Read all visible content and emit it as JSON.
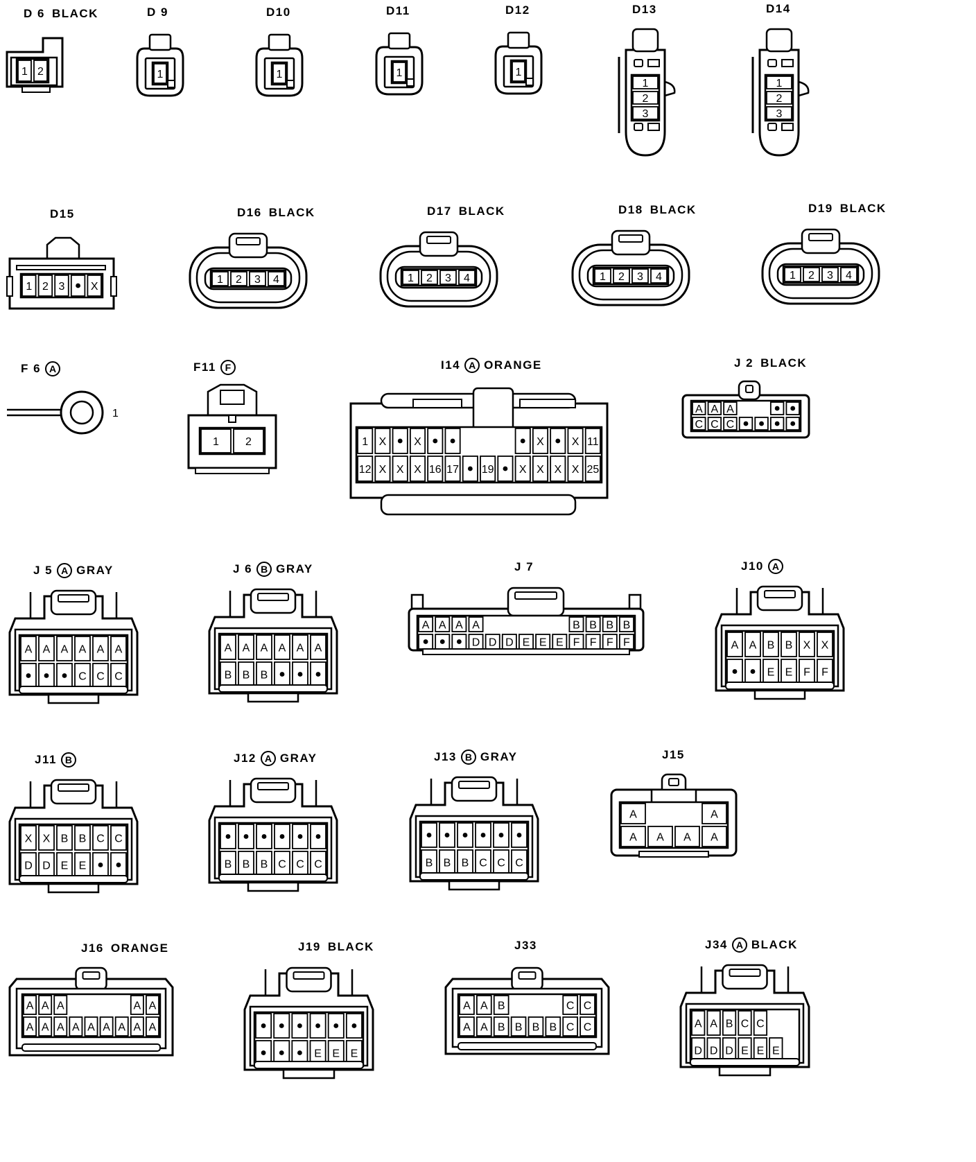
{
  "connectors": [
    {
      "id": "D6",
      "name": "D 6",
      "color": "BLACK",
      "cav": "",
      "rows": [
        [
          "1",
          "2"
        ]
      ]
    },
    {
      "id": "D9",
      "name": "D 9",
      "color": "",
      "cav": "",
      "rows": [
        [
          "1"
        ]
      ]
    },
    {
      "id": "D10",
      "name": "D10",
      "color": "",
      "cav": "",
      "rows": [
        [
          "1"
        ]
      ]
    },
    {
      "id": "D11",
      "name": "D11",
      "color": "",
      "cav": "",
      "rows": [
        [
          "1"
        ]
      ]
    },
    {
      "id": "D12",
      "name": "D12",
      "color": "",
      "cav": "",
      "rows": [
        [
          "1"
        ]
      ]
    },
    {
      "id": "D13",
      "name": "D13",
      "color": "",
      "cav": "",
      "rows": [
        [
          "1"
        ],
        [
          "2"
        ],
        [
          "3"
        ]
      ]
    },
    {
      "id": "D14",
      "name": "D14",
      "color": "",
      "cav": "",
      "rows": [
        [
          "1"
        ],
        [
          "2"
        ],
        [
          "3"
        ]
      ]
    },
    {
      "id": "D15",
      "name": "D15",
      "color": "",
      "cav": "",
      "rows": [
        [
          "1",
          "2",
          "3",
          "•",
          "X"
        ]
      ]
    },
    {
      "id": "D16",
      "name": "D16",
      "color": "BLACK",
      "cav": "",
      "rows": [
        [
          "1",
          "2",
          "3",
          "4"
        ]
      ]
    },
    {
      "id": "D17",
      "name": "D17",
      "color": "BLACK",
      "cav": "",
      "rows": [
        [
          "1",
          "2",
          "3",
          "4"
        ]
      ]
    },
    {
      "id": "D18",
      "name": "D18",
      "color": "BLACK",
      "cav": "",
      "rows": [
        [
          "1",
          "2",
          "3",
          "4"
        ]
      ]
    },
    {
      "id": "D19",
      "name": "D19",
      "color": "BLACK",
      "cav": "",
      "rows": [
        [
          "1",
          "2",
          "3",
          "4"
        ]
      ]
    },
    {
      "id": "F6",
      "name": "F 6",
      "color": "",
      "cav": "A",
      "rows": [
        [
          "1"
        ]
      ]
    },
    {
      "id": "F11",
      "name": "F11",
      "color": "",
      "cav": "F",
      "rows": [
        [
          "1",
          "2"
        ]
      ]
    },
    {
      "id": "I14",
      "name": "I14",
      "color": "ORANGE",
      "cav": "A",
      "rows": [
        [
          "1",
          "X",
          "•",
          "X",
          "•",
          "•",
          "",
          "",
          "",
          "•",
          "X",
          "•",
          "X",
          "11"
        ],
        [
          "12",
          "X",
          "X",
          "X",
          "16",
          "17",
          "•",
          "19",
          "•",
          "X",
          "X",
          "X",
          "X",
          "25"
        ]
      ]
    },
    {
      "id": "J2",
      "name": "J 2",
      "color": "BLACK",
      "cav": "",
      "rows": [
        [
          "A",
          "A",
          "A",
          "",
          "",
          "•",
          "•"
        ],
        [
          "C",
          "C",
          "C",
          "•",
          "•",
          "•",
          "•"
        ]
      ]
    },
    {
      "id": "J5",
      "name": "J 5",
      "color": "GRAY",
      "cav": "A",
      "rows": [
        [
          "A",
          "A",
          "A",
          "A",
          "A",
          "A"
        ],
        [
          "•",
          "•",
          "•",
          "C",
          "C",
          "C"
        ]
      ]
    },
    {
      "id": "J6",
      "name": "J 6",
      "color": "GRAY",
      "cav": "B",
      "rows": [
        [
          "A",
          "A",
          "A",
          "A",
          "A",
          "A"
        ],
        [
          "B",
          "B",
          "B",
          "•",
          "•",
          "•"
        ]
      ]
    },
    {
      "id": "J7",
      "name": "J 7",
      "color": "",
      "cav": "",
      "rows": [
        [
          "A",
          "A",
          "A",
          "A",
          "",
          "",
          "",
          "",
          "",
          "B",
          "B",
          "B",
          "B"
        ],
        [
          "•",
          "•",
          "•",
          "D",
          "D",
          "D",
          "E",
          "E",
          "E",
          "F",
          "F",
          "F",
          "F"
        ]
      ]
    },
    {
      "id": "J10",
      "name": "J10",
      "color": "",
      "cav": "A",
      "rows": [
        [
          "A",
          "A",
          "B",
          "B",
          "X",
          "X"
        ],
        [
          "•",
          "•",
          "E",
          "E",
          "F",
          "F"
        ]
      ]
    },
    {
      "id": "J11",
      "name": "J11",
      "color": "",
      "cav": "B",
      "rows": [
        [
          "X",
          "X",
          "B",
          "B",
          "C",
          "C"
        ],
        [
          "D",
          "D",
          "E",
          "E",
          "•",
          "•"
        ]
      ]
    },
    {
      "id": "J12",
      "name": "J12",
      "color": "GRAY",
      "cav": "A",
      "rows": [
        [
          "•",
          "•",
          "•",
          "•",
          "•",
          "•"
        ],
        [
          "B",
          "B",
          "B",
          "C",
          "C",
          "C"
        ]
      ]
    },
    {
      "id": "J13",
      "name": "J13",
      "color": "GRAY",
      "cav": "B",
      "rows": [
        [
          "•",
          "•",
          "•",
          "•",
          "•",
          "•"
        ],
        [
          "B",
          "B",
          "B",
          "C",
          "C",
          "C"
        ]
      ]
    },
    {
      "id": "J15",
      "name": "J15",
      "color": "",
      "cav": "",
      "rows": [
        [
          "A",
          "",
          "",
          "A"
        ],
        [
          "A",
          "A",
          "A",
          "A"
        ]
      ]
    },
    {
      "id": "J16",
      "name": "J16",
      "color": "ORANGE",
      "cav": "",
      "rows": [
        [
          "A",
          "A",
          "A",
          "",
          "",
          "",
          "",
          "A",
          "A"
        ],
        [
          "A",
          "A",
          "A",
          "A",
          "A",
          "A",
          "A",
          "A",
          "A"
        ]
      ]
    },
    {
      "id": "J19",
      "name": "J19",
      "color": "BLACK",
      "cav": "",
      "rows": [
        [
          "•",
          "•",
          "•",
          "•",
          "•",
          "•"
        ],
        [
          "•",
          "•",
          "•",
          "E",
          "E",
          "E"
        ]
      ]
    },
    {
      "id": "J33",
      "name": "J33",
      "color": "",
      "cav": "",
      "rows": [
        [
          "A",
          "A",
          "B",
          "",
          "",
          "",
          "C",
          "C"
        ],
        [
          "A",
          "A",
          "B",
          "B",
          "B",
          "B",
          "C",
          "C"
        ]
      ]
    },
    {
      "id": "J34",
      "name": "J34",
      "color": "BLACK",
      "cav": "A",
      "rows": [
        [
          "A",
          "A",
          "B",
          "C",
          "C",
          "",
          ""
        ],
        [
          "D",
          "D",
          "D",
          "E",
          "E",
          "E",
          ""
        ]
      ]
    }
  ],
  "colors": {
    "line": "#000000",
    "background": "#ffffff"
  }
}
